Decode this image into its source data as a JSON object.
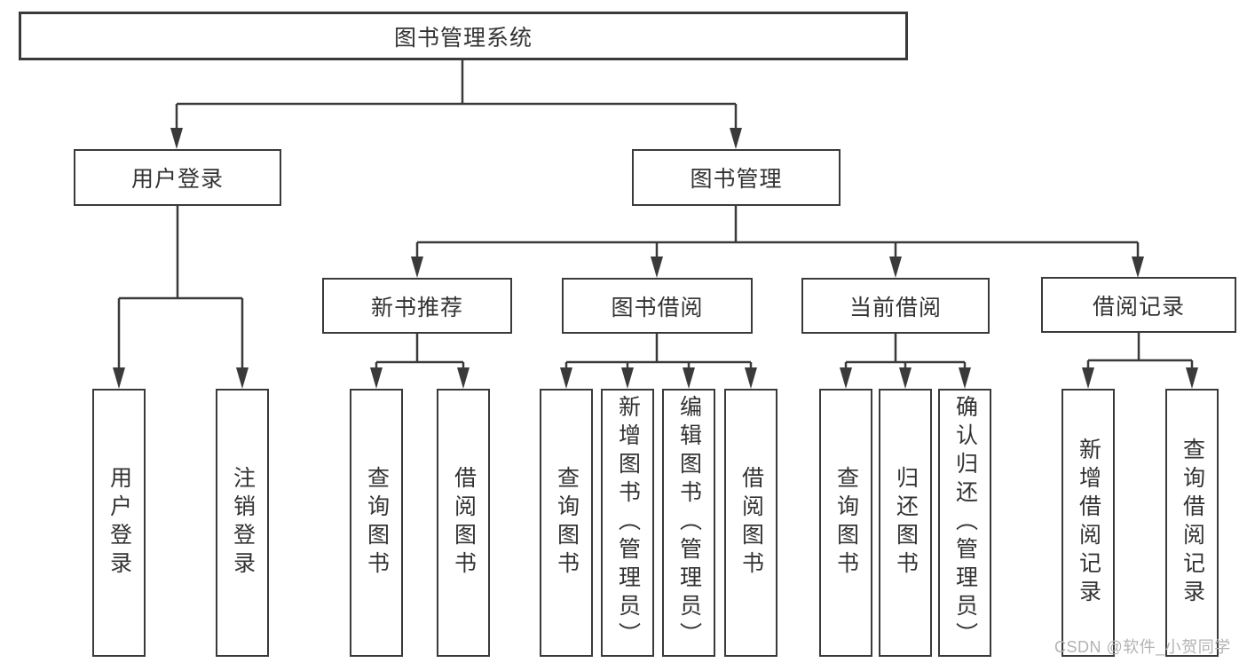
{
  "colors": {
    "line": "#3a3a3a",
    "text": "#333333",
    "watermark": "#b3b3b3",
    "background": "#ffffff"
  },
  "watermark": "CSDN @软件_小贺同学",
  "diagram": {
    "root": "图书管理系统",
    "branches": [
      {
        "label": "用户登录",
        "children": [
          "用户登录",
          "注销登录"
        ]
      },
      {
        "label": "图书管理",
        "children": [
          {
            "label": "新书推荐",
            "children": [
              "查询图书",
              "借阅图书"
            ]
          },
          {
            "label": "图书借阅",
            "children": [
              "查询图书",
              "新增图书（管理员）",
              "编辑图书（管理员）",
              "借阅图书"
            ]
          },
          {
            "label": "当前借阅",
            "children": [
              "查询图书",
              "归还图书",
              "确认归还（管理员）"
            ]
          },
          {
            "label": "借阅记录",
            "children": [
              "新增借阅记录",
              "查询借阅记录"
            ]
          }
        ]
      }
    ]
  }
}
